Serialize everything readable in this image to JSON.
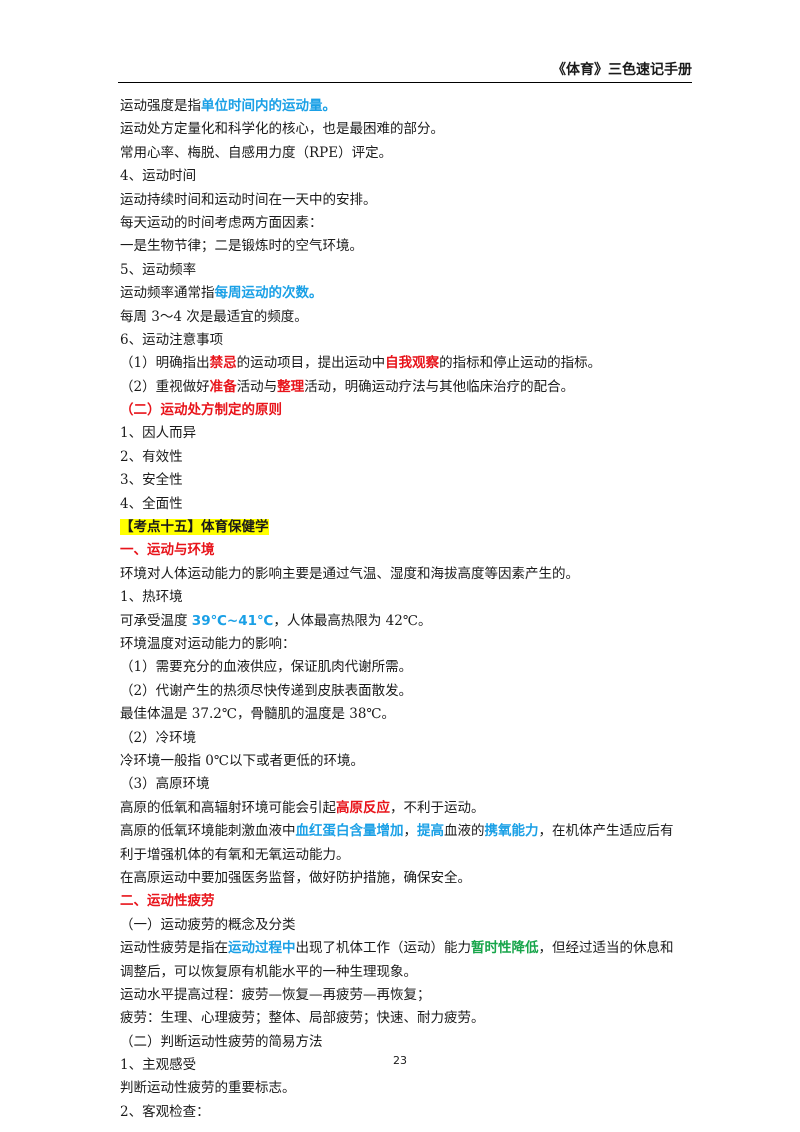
{
  "header": {
    "title": "《体育》三色速记手册"
  },
  "lines": [
    [
      "运动强度是指",
      "单位时间内的运动量。"
    ],
    "运动处方定量化和科学化的核心，也是最困难的部分。",
    "常用心率、梅脱、自感用力度（RPE）评定。",
    "4、运动时间",
    "运动持续时间和运动时间在一天中的安排。",
    "每天运动的时间考虑两方面因素：",
    "一是生物节律；二是锻炼时的空气环境。",
    "5、运动频率",
    [
      "运动频率通常指",
      "每周运动的次数。"
    ],
    "每周 3～4 次是最适宜的频度。",
    "6、运动注意事项",
    [
      "（1）明确指出",
      "禁忌",
      "的运动项目，提出运动中",
      "自我观察",
      "的指标和停止运动的指标。"
    ],
    [
      "（2）重视做好",
      "准备",
      "活动与",
      "整理",
      "活动，明确运动疗法与其他临床治疗的配合。"
    ],
    "（二）运动处方制定的原则",
    "1、因人而异",
    "2、有效性",
    "3、安全性",
    "4、全面性",
    "【考点十五】体育保健学",
    "一、运动与环境",
    "环境对人体运动能力的影响主要是通过气温、湿度和海拔高度等因素产生的。",
    "1、热环境",
    [
      "可承受温度 ",
      "39℃~41℃",
      "，人体最高热限为 42℃。"
    ],
    "环境温度对运动能力的影响：",
    "（1）需要充分的血液供应，保证肌肉代谢所需。",
    "（2）代谢产生的热须尽快传递到皮肤表面散发。",
    "最佳体温是 37.2℃，骨髓肌的温度是 38℃。",
    "（2）冷环境",
    "冷环境一般指 0℃以下或者更低的环境。",
    "（3）高原环境",
    [
      "高原的低氧和高辐射环境可能会引起",
      "高原反应",
      "，不利于运动。"
    ],
    [
      "高原的低氧环境能刺激血液中",
      "血红蛋白含量增加",
      "，",
      "提高",
      "血液的",
      "携氧能力",
      "，在机体产生适应后有利于增强机体的有氧和无氧运动能力。"
    ],
    "在高原运动中要加强医务监督，做好防护措施，确保安全。",
    "二、运动性疲劳",
    "（一）运动疲劳的概念及分类",
    [
      "运动性疲劳是指在",
      "运动过程中",
      "出现了机体工作（运动）能力",
      "暂时性降低",
      "，但经过适当的休息和调整后，可以恢复原有机能水平的一种生理现象。"
    ],
    "运动水平提高过程：疲劳—恢复—再疲劳—再恢复；",
    "疲劳：生理、心理疲劳；整体、局部疲劳；快速、耐力疲劳。",
    "（二）判断运动性疲劳的简易方法",
    "1、主观感受",
    "判断运动性疲劳的重要标志。",
    "2、客观检查："
  ],
  "page_number": "23"
}
